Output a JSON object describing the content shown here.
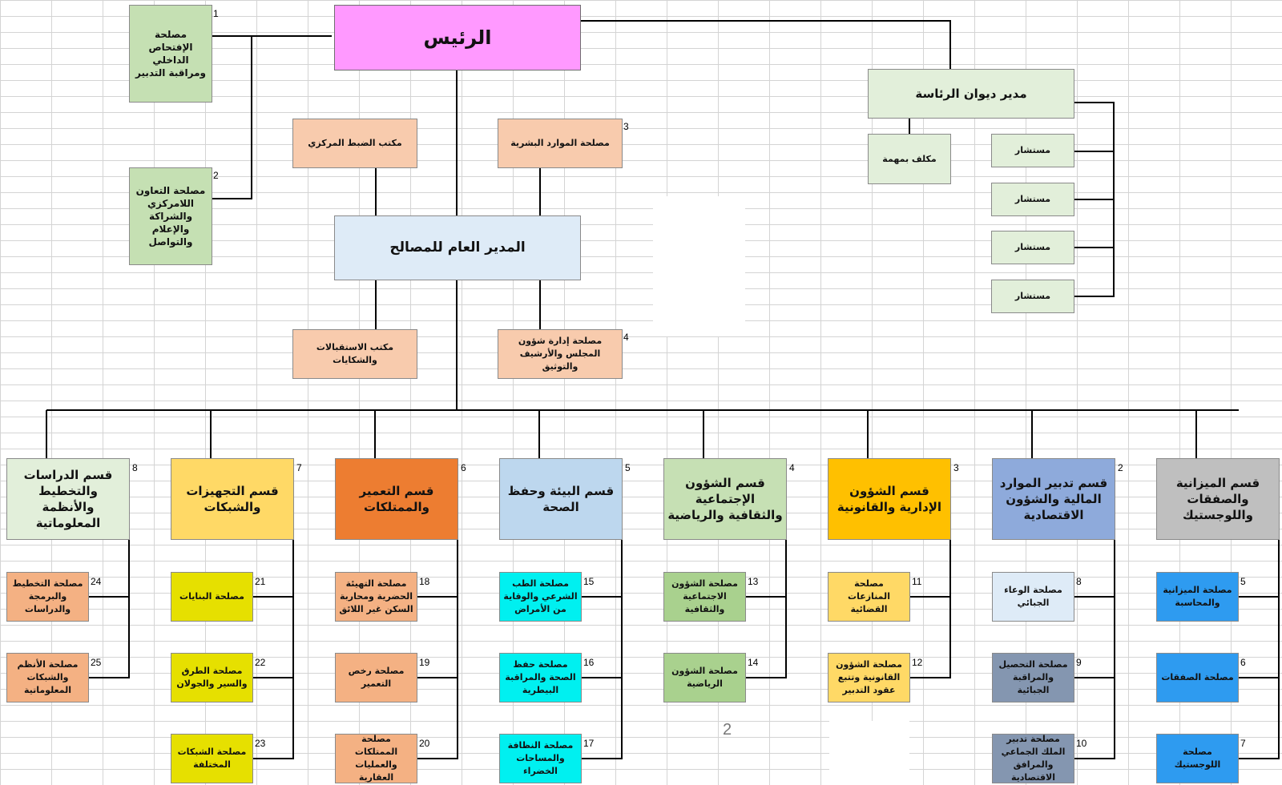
{
  "president": "الرئيس",
  "general_director": "المدير العام للمصالح",
  "cabinet_director": "مدير ديوان الرئاسة",
  "cabinet_assigned": "مكلف بمهمة",
  "advisor": "مستشار",
  "page_number": "2",
  "left_services": [
    {
      "num": "1",
      "label": "مصلحة الإفتحاص الداخلي ومراقبة التدبير"
    },
    {
      "num": "2",
      "label": "مصلحة التعاون اللامركزي والشراكة والإعلام والتواصل"
    }
  ],
  "central_office": "مكتب الضبط المركزي",
  "hr_service": {
    "num": "3",
    "label": "مصلحة الموارد البشرية"
  },
  "reception_office": "مكتب الاستقبالات والشكايات",
  "council_service": {
    "num": "4",
    "label": "مصلحة إدارة شؤون المجلس والأرشيف والتوثيق"
  },
  "divisions": [
    {
      "num": "8",
      "label": "قسم الدراسات والتخطيط والأنظمة المعلوماتية",
      "color": "#e2efda",
      "services": [
        {
          "num": "24",
          "label": "مصلحة التخطيط والبرمجة والدراسات",
          "color": "#f4b183"
        },
        {
          "num": "25",
          "label": "مصلحة الأنظم والشبكات المعلوماتية",
          "color": "#f4b183"
        }
      ]
    },
    {
      "num": "7",
      "label": "قسم التجهيزات والشبكات",
      "color": "#ffd966",
      "services": [
        {
          "num": "21",
          "label": "مصلحة البنايات",
          "color": "#e6e000"
        },
        {
          "num": "22",
          "label": "مصلحة الطرق والسير والجولان",
          "color": "#e6e000"
        },
        {
          "num": "23",
          "label": "مصلحة الشبكات المختلفة",
          "color": "#e6e000"
        }
      ]
    },
    {
      "num": "6",
      "label": "قسم التعمير والممتلكات",
      "color": "#ed7d31",
      "services": [
        {
          "num": "18",
          "label": "مصلحة التهيئة الحضرية ومحاربة السكن غير اللائق",
          "color": "#f4b183"
        },
        {
          "num": "19",
          "label": "مصلحة رخص التعمير",
          "color": "#f4b183"
        },
        {
          "num": "20",
          "label": "مصلحة الممتلكات والعمليات العقارية",
          "color": "#f4b183"
        }
      ]
    },
    {
      "num": "5",
      "label": "قسم البيئة وحفظ الصحة",
      "color": "#bdd7ee",
      "services": [
        {
          "num": "15",
          "label": "مصلحة الطب الشرعي والوقاية من الأمراض",
          "color": "#00f0f0"
        },
        {
          "num": "16",
          "label": "مصلحة حفظ الصحة والمراقبة البيطرية",
          "color": "#00f0f0"
        },
        {
          "num": "17",
          "label": "مصلحة النظافة والمساحات الخضراء",
          "color": "#00f0f0"
        }
      ]
    },
    {
      "num": "4",
      "label": "قسم الشؤون الإجتماعية والثقافية والرياضية",
      "color": "#c6e0b4",
      "services": [
        {
          "num": "13",
          "label": "مصلحة الشؤون الاجتماعية والثقافية",
          "color": "#a9d18e"
        },
        {
          "num": "14",
          "label": "مصلحة الشؤون الرياضية",
          "color": "#a9d18e"
        }
      ]
    },
    {
      "num": "3",
      "label": "قسم الشؤون الإدارية والقانونية",
      "color": "#ffc000",
      "services": [
        {
          "num": "11",
          "label": "مصلحة المنازعات القضائية",
          "color": "#ffd966"
        },
        {
          "num": "12",
          "label": "مصلحة الشؤون القانونية وتتبع عقود التدبير",
          "color": "#ffd966"
        }
      ]
    },
    {
      "num": "2",
      "label": "قسم تدبير الموارد المالية والشؤون الاقتصادية",
      "color": "#8eaadb",
      "services": [
        {
          "num": "8",
          "label": "مصلحة الوعاء الجبائي",
          "color": "#deebf7"
        },
        {
          "num": "9",
          "label": "مصلحة التحصيل والمراقبة الجبائية",
          "color": "#8496b0"
        },
        {
          "num": "10",
          "label": "مصلحة تدبير الملك الجماعي والمرافق الاقتصادية",
          "color": "#8496b0"
        }
      ]
    },
    {
      "num": "",
      "label": "قسم الميزانية والصفقات واللوجستيك",
      "color": "#bfbfbf",
      "services": [
        {
          "num": "5",
          "label": "مصلحة الميزانية والمحاسبة",
          "color": "#2e9bf0"
        },
        {
          "num": "6",
          "label": "مصلحة الصفقات",
          "color": "#2e9bf0"
        },
        {
          "num": "7",
          "label": "مصلحة اللوجستيك",
          "color": "#2e9bf0"
        }
      ]
    }
  ]
}
